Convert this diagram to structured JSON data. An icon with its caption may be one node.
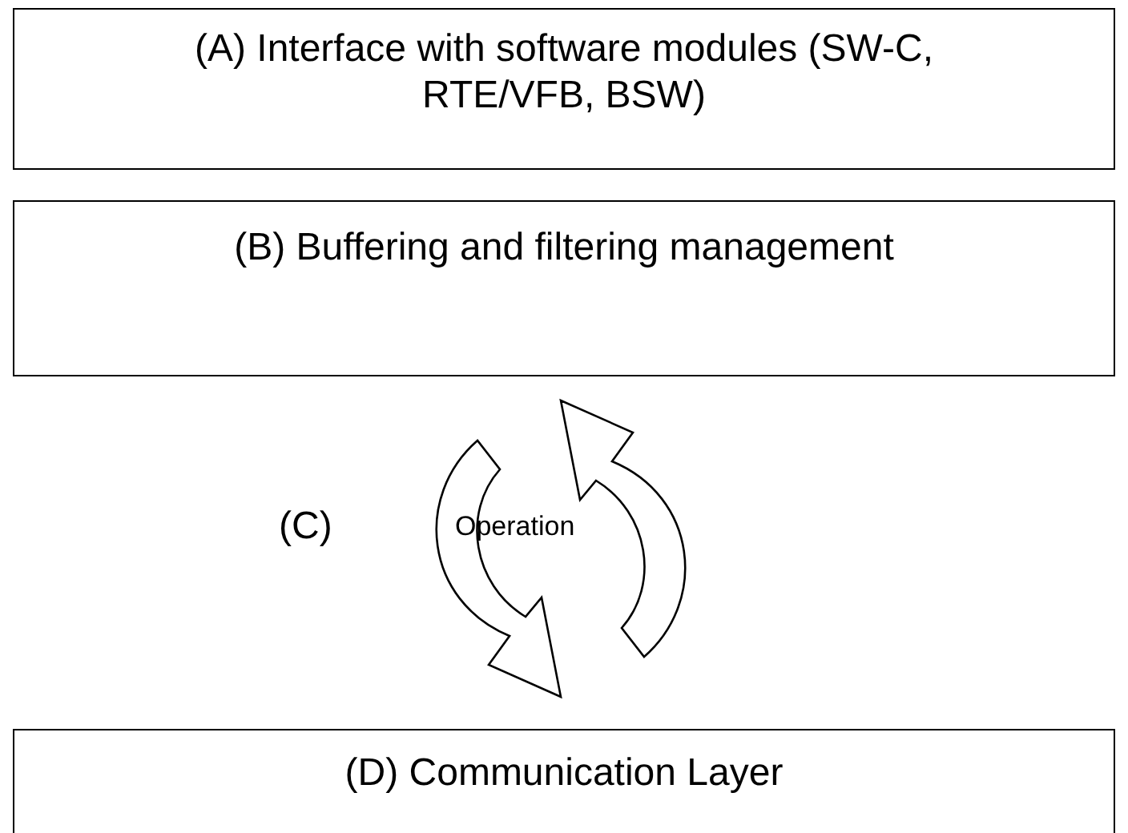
{
  "diagram": {
    "nodes": [
      {
        "text": [
          "(A) Interface with software modules (SW-C, RTE/VFB, BSW)"
        ]
      },
      {
        "text": [
          "(B) Buffering and filtering management"
        ]
      },
      {
        "text": [
          "Operation"
        ],
        "beside": [
          "(C)"
        ]
      },
      {
        "text": [
          "(D) Communication Layer"
        ]
      }
    ]
  }
}
